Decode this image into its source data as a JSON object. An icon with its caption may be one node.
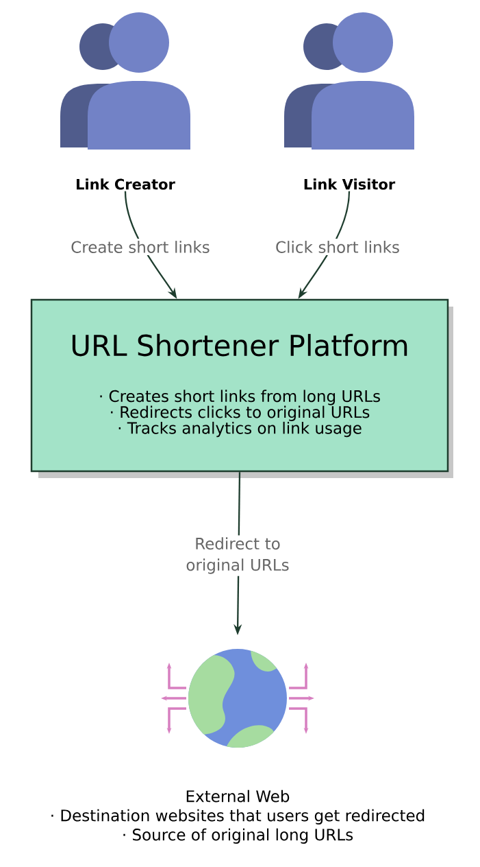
{
  "diagram": {
    "nodes": [
      {
        "text": [
          "Link Creator"
        ]
      },
      {
        "text": [
          "Link Visitor"
        ]
      },
      {
        "text": [
          "URL Shortener Platform",
          "· Creates short links from long URLs",
          "· Redirects clicks to original URLs",
          "· Tracks analytics on link usage"
        ]
      },
      {
        "text": [
          "External Web",
          "· Destination websites that users get redirected",
          "· Source of original long URLs"
        ]
      }
    ],
    "edges": [
      {
        "from": 0,
        "to": 2,
        "arrow": "to",
        "label": "Create short links"
      },
      {
        "from": 1,
        "to": 2,
        "arrow": "to",
        "label": "Click short links"
      },
      {
        "from": 2,
        "to": 3,
        "arrow": "to",
        "label": "Redirect to original URLs"
      }
    ]
  }
}
